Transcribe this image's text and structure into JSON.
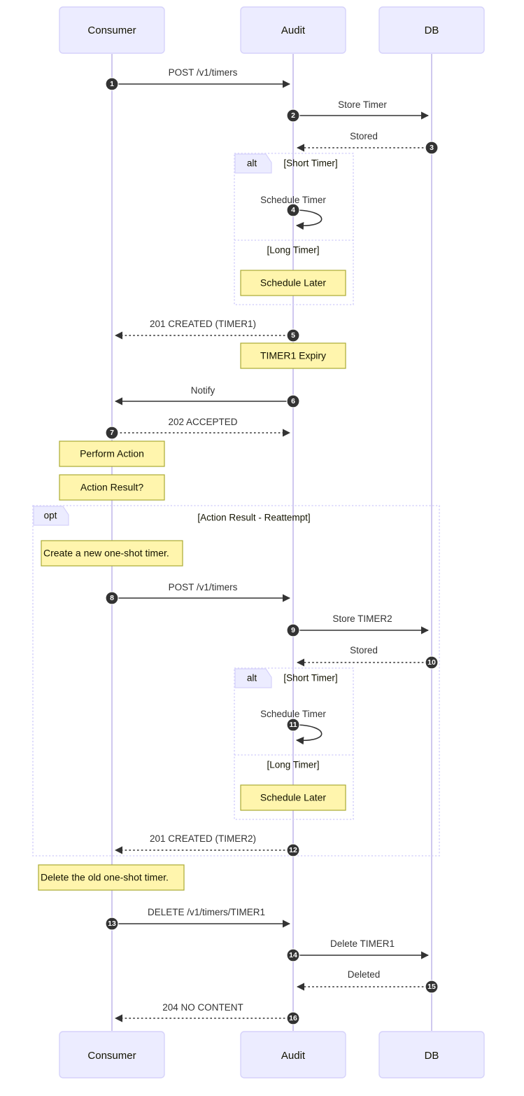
{
  "diagram": {
    "type": "sequence-diagram",
    "title": "",
    "colors": {
      "participant_fill": "#ececff",
      "participant_stroke": "#d6d2fb",
      "lifeline": "#cfc8ef",
      "note_fill": "#fff5ad",
      "note_stroke": "#aaaa33",
      "message_line": "#333333",
      "badge_fill": "#333333",
      "badge_text": "#ffffff",
      "fragment_stroke": "#d6d2fb",
      "fragment_tab_fill": "#ececff",
      "text": "#131300"
    }
  },
  "participants": [
    {
      "id": "consumer",
      "label": "Consumer"
    },
    {
      "id": "audit",
      "label": "Audit"
    },
    {
      "id": "db",
      "label": "DB"
    }
  ],
  "participants_footer": [
    {
      "id": "consumer",
      "label": "Consumer"
    },
    {
      "id": "audit",
      "label": "Audit"
    },
    {
      "id": "db",
      "label": "DB"
    }
  ],
  "messages": [
    {
      "num": "1",
      "label": "POST /v1/timers",
      "from": "consumer",
      "to": "audit",
      "style": "solid"
    },
    {
      "num": "2",
      "label": "Store Timer",
      "from": "audit",
      "to": "db",
      "style": "solid"
    },
    {
      "num": "3",
      "label": "Stored",
      "from": "db",
      "to": "audit",
      "style": "dotted"
    },
    {
      "num": "4",
      "label": "Schedule Timer",
      "from": "audit",
      "to": "audit",
      "style": "self"
    },
    {
      "num": "5",
      "label": "201 CREATED (TIMER1)",
      "from": "audit",
      "to": "consumer",
      "style": "dotted"
    },
    {
      "num": "6",
      "label": "Notify",
      "from": "audit",
      "to": "consumer",
      "style": "solid"
    },
    {
      "num": "7",
      "label": "202 ACCEPTED",
      "from": "consumer",
      "to": "audit",
      "style": "dotted"
    },
    {
      "num": "8",
      "label": "POST /v1/timers",
      "from": "consumer",
      "to": "audit",
      "style": "solid"
    },
    {
      "num": "9",
      "label": "Store TIMER2",
      "from": "audit",
      "to": "db",
      "style": "solid"
    },
    {
      "num": "10",
      "label": "Stored",
      "from": "db",
      "to": "audit",
      "style": "dotted"
    },
    {
      "num": "11",
      "label": "Schedule Timer",
      "from": "audit",
      "to": "audit",
      "style": "self"
    },
    {
      "num": "12",
      "label": "201 CREATED (TIMER2)",
      "from": "audit",
      "to": "consumer",
      "style": "dotted"
    },
    {
      "num": "13",
      "label": "DELETE /v1/timers/TIMER1",
      "from": "consumer",
      "to": "audit",
      "style": "solid"
    },
    {
      "num": "14",
      "label": "Delete TIMER1",
      "from": "audit",
      "to": "db",
      "style": "solid"
    },
    {
      "num": "15",
      "label": "Deleted",
      "from": "db",
      "to": "audit",
      "style": "dotted"
    },
    {
      "num": "16",
      "label": "204 NO CONTENT",
      "from": "audit",
      "to": "consumer",
      "style": "dotted"
    }
  ],
  "notes": [
    {
      "id": "note-schedule-later-1",
      "text": "Schedule Later",
      "over": "audit",
      "align": "centered"
    },
    {
      "id": "note-timer1-expiry",
      "text": "TIMER1 Expiry",
      "over": "audit",
      "align": "centered"
    },
    {
      "id": "note-perform-action",
      "text": "Perform Action",
      "over": "consumer",
      "align": "centered"
    },
    {
      "id": "note-action-result",
      "text": "Action Result?",
      "over": "consumer",
      "align": "centered"
    },
    {
      "id": "note-create-new-timer",
      "text": "Create a new one-shot timer.",
      "over": "consumer",
      "align": "left"
    },
    {
      "id": "note-schedule-later-2",
      "text": "Schedule Later",
      "over": "audit",
      "align": "centered"
    },
    {
      "id": "note-delete-old-timer",
      "text": "Delete the old one-shot timer.",
      "over": "consumer",
      "align": "left"
    }
  ],
  "fragments": [
    {
      "id": "alt-1",
      "kind": "alt",
      "tab_label": "alt",
      "conditions": [
        "[Short Timer]",
        "[Long Timer]"
      ]
    },
    {
      "id": "opt-1",
      "kind": "opt",
      "tab_label": "opt",
      "conditions": [
        "[Action Result - Reattempt]"
      ]
    },
    {
      "id": "alt-2",
      "kind": "alt",
      "tab_label": "alt",
      "conditions": [
        "[Short Timer]",
        "[Long Timer]"
      ]
    }
  ]
}
